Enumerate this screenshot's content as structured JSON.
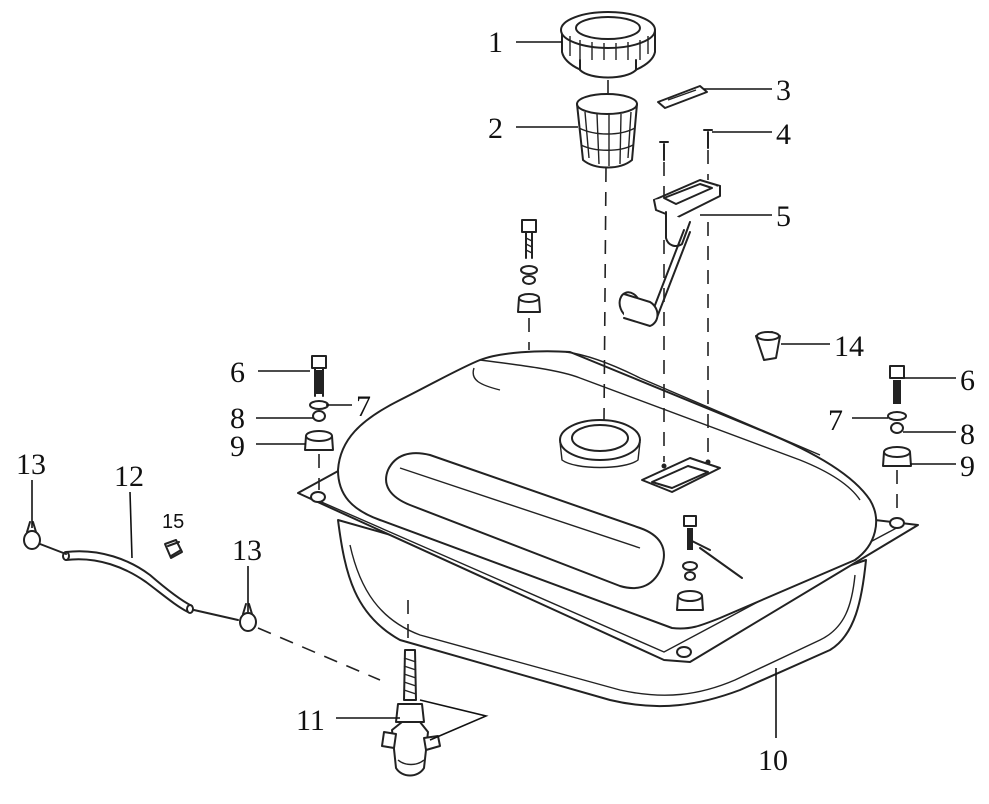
{
  "callouts": [
    {
      "number": "1"
    },
    {
      "number": "2"
    },
    {
      "number": "3"
    },
    {
      "number": "4"
    },
    {
      "number": "5"
    },
    {
      "number": "6"
    },
    {
      "number": "7"
    },
    {
      "number": "8"
    },
    {
      "number": "9"
    },
    {
      "number": "6"
    },
    {
      "number": "7"
    },
    {
      "number": "8"
    },
    {
      "number": "9"
    },
    {
      "number": "10"
    },
    {
      "number": "11"
    },
    {
      "number": "12"
    },
    {
      "number": "13"
    },
    {
      "number": "13"
    },
    {
      "number": "14"
    },
    {
      "number": "15"
    }
  ],
  "colors": {
    "line": "#222222",
    "background": "#ffffff"
  }
}
